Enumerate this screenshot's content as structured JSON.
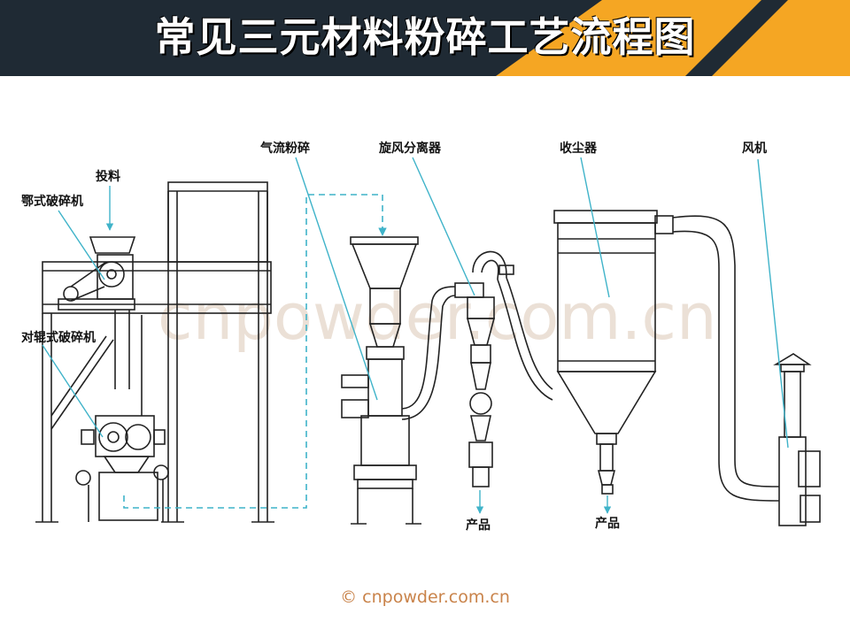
{
  "title": "常见三元材料粉碎工艺流程图",
  "watermark": "cnpowder.com.cn",
  "footer": "© cnpowder.com.cn",
  "labels": {
    "feed": "投料",
    "jaw_crusher": "鄂式破碎机",
    "roller_crusher": "对辊式破碎机",
    "jet_mill": "气流粉碎",
    "cyclone": "旋风分离器",
    "dust_collector": "收尘器",
    "fan": "风机",
    "product_1": "产品",
    "product_2": "产品"
  },
  "colors": {
    "banner": "#1f2a34",
    "accent": "#f5a623",
    "leader_line": "#3fb3c9",
    "watermark": "#e9ddd2",
    "footer": "#c9834a"
  }
}
